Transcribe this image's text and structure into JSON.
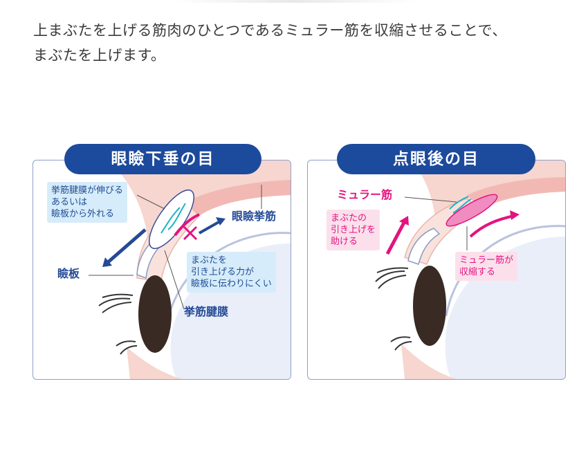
{
  "intro": {
    "line1": "上まぶたを上げる筋肉のひとつであるミュラー筋を収縮させることで、",
    "line2": "まぶたを上げます。"
  },
  "left_panel": {
    "title": "眼瞼下垂の目",
    "note1_l1": "挙筋腱膜が伸びる",
    "note1_l2": "あるいは",
    "note1_l3": "瞼板から外れる",
    "label_levator": "眼瞼挙筋",
    "label_tarsus": "瞼板",
    "label_aponeurosis": "挙筋腱膜",
    "note2_l1": "まぶたを",
    "note2_l2": "引き上げる力が",
    "note2_l3": "瞼板に伝わりにくい"
  },
  "right_panel": {
    "title": "点眼後の目",
    "label_muller": "ミュラー筋",
    "note1_l1": "まぶたの",
    "note1_l2": "引き上げを",
    "note1_l3": "助ける",
    "note2_l1": "ミュラー筋が",
    "note2_l2": "収縮する"
  },
  "colors": {
    "navy": "#1c4a9c",
    "pink": "#e4127f",
    "skin": "#f6d6cf",
    "box_blue": "#d6ecfa",
    "box_pink": "#fbe0ec"
  }
}
